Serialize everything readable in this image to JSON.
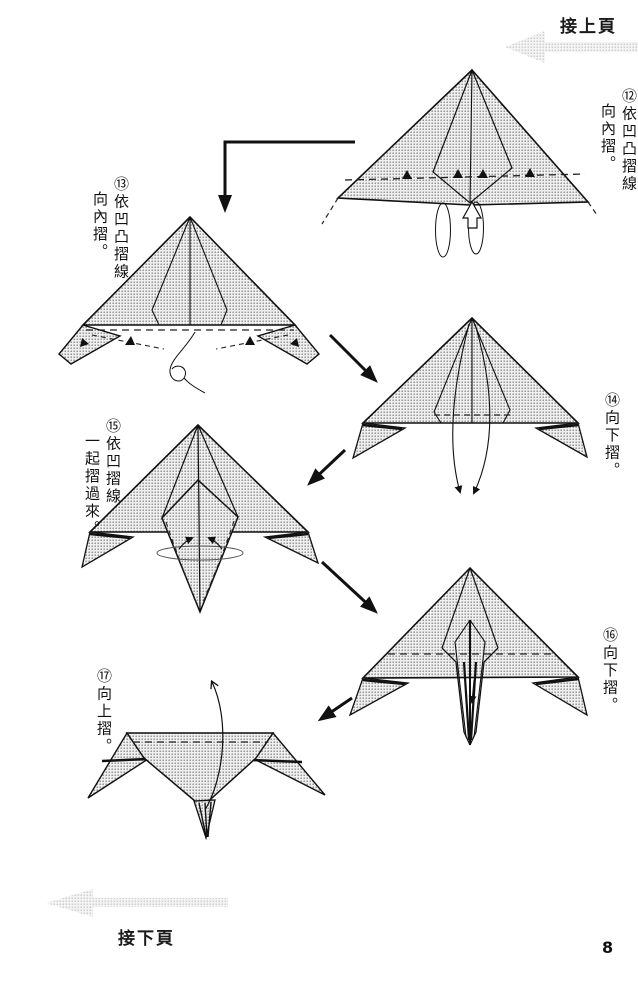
{
  "page": {
    "number": "8",
    "prev_page_label": "接上頁",
    "next_page_label": "接下頁"
  },
  "steps": [
    {
      "id": "12",
      "lines": [
        "⑫依凹凸摺線",
        "向內摺。"
      ]
    },
    {
      "id": "13",
      "lines": [
        "⑬依凹凸摺線",
        "向內摺。"
      ]
    },
    {
      "id": "14",
      "lines": [
        "⑭向下摺。"
      ]
    },
    {
      "id": "15",
      "lines": [
        "⑮依凹摺線",
        "一起摺過來。"
      ]
    },
    {
      "id": "16",
      "lines": [
        "⑯向下摺。"
      ]
    },
    {
      "id": "17",
      "lines": [
        "⑰向上摺。"
      ]
    }
  ],
  "colors": {
    "ink": "#111111",
    "halftone_dot": "#8a8a8a",
    "nav_arrow": "#d9d9d9"
  }
}
